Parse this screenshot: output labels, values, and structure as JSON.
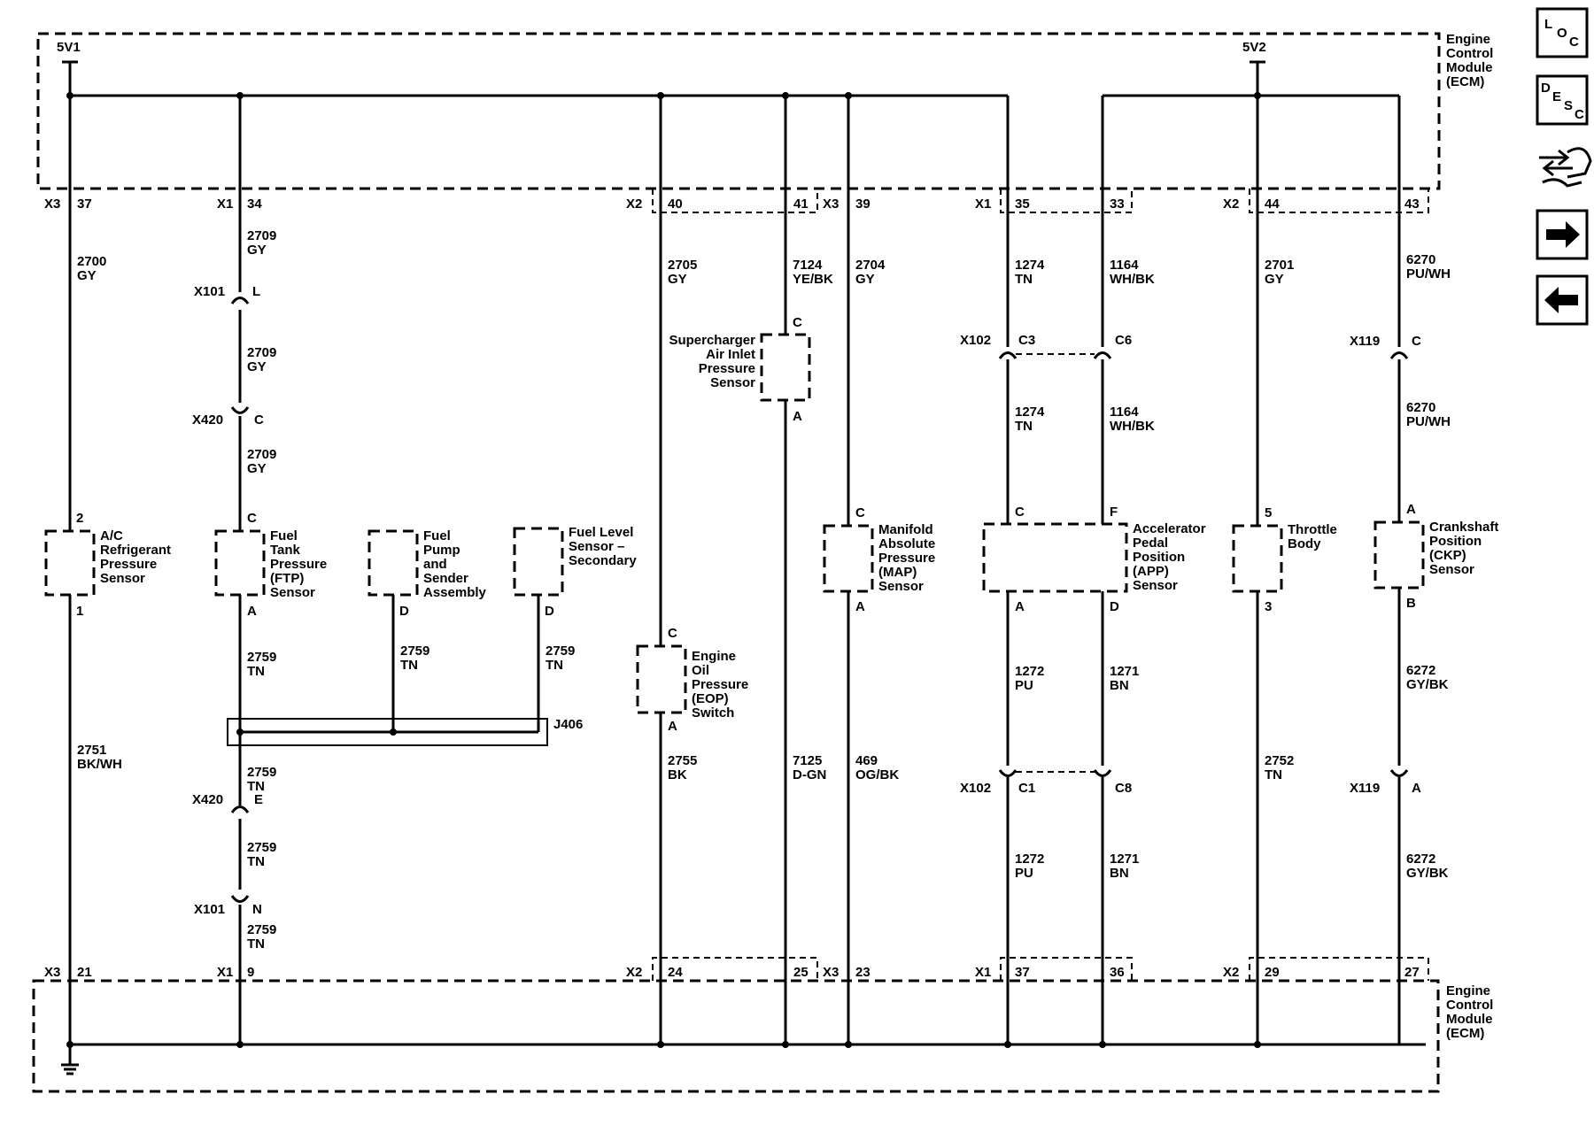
{
  "ecm": {
    "top_label": [
      "Engine",
      "Control",
      "Module",
      "(ECM)"
    ],
    "bottom_label": [
      "Engine",
      "Control",
      "Module",
      "(ECM)"
    ],
    "supply_5v1": "5V1",
    "supply_5v2": "5V2"
  },
  "top_pins": {
    "x3_37": [
      "X3",
      "37"
    ],
    "x1_34": [
      "X1",
      "34"
    ],
    "x2_40": [
      "X2",
      "40"
    ],
    "p41": "41",
    "x3_39": [
      "X3",
      "39"
    ],
    "x1_35": [
      "X1",
      "35"
    ],
    "p33": "33",
    "x2_44": [
      "X2",
      "44"
    ],
    "p43": "43"
  },
  "bottom_pins": {
    "x3_21": [
      "X3",
      "21"
    ],
    "x1_9": [
      "X1",
      "9"
    ],
    "x2_24": [
      "X2",
      "24"
    ],
    "p25": "25",
    "x3_23": [
      "X3",
      "23"
    ],
    "x1_37": [
      "X1",
      "37"
    ],
    "p36": "36",
    "x2_29": [
      "X2",
      "29"
    ],
    "p27": "27"
  },
  "wires": {
    "w2700": [
      "2700",
      "GY"
    ],
    "w2709a": [
      "2709",
      "GY"
    ],
    "w2709b": [
      "2709",
      "GY"
    ],
    "w2709c": [
      "2709",
      "GY"
    ],
    "w2759a": [
      "2759",
      "TN"
    ],
    "w2759b": [
      "2759",
      "TN"
    ],
    "w2759c": [
      "2759",
      "TN"
    ],
    "w2759d": [
      "2759",
      "TN"
    ],
    "w2759e": [
      "2759",
      "TN"
    ],
    "w2759f": [
      "2759",
      "TN"
    ],
    "w2751": [
      "2751",
      "BK/WH"
    ],
    "w2705": [
      "2705",
      "GY"
    ],
    "w2755": [
      "2755",
      "BK"
    ],
    "w7124": [
      "7124",
      "YE/BK"
    ],
    "w7125": [
      "7125",
      "D-GN"
    ],
    "w2704": [
      "2704",
      "GY"
    ],
    "w469": [
      "469",
      "OG/BK"
    ],
    "w1274a": [
      "1274",
      "TN"
    ],
    "w1274b": [
      "1274",
      "TN"
    ],
    "w1164a": [
      "1164",
      "WH/BK"
    ],
    "w1164b": [
      "1164",
      "WH/BK"
    ],
    "w1272a": [
      "1272",
      "PU"
    ],
    "w1272b": [
      "1272",
      "PU"
    ],
    "w1271a": [
      "1271",
      "BN"
    ],
    "w1271b": [
      "1271",
      "BN"
    ],
    "w2701": [
      "2701",
      "GY"
    ],
    "w2752": [
      "2752",
      "TN"
    ],
    "w6270a": [
      "6270",
      "PU/WH"
    ],
    "w6270b": [
      "6270",
      "PU/WH"
    ],
    "w6272a": [
      "6272",
      "GY/BK"
    ],
    "w6272b": [
      "6272",
      "GY/BK"
    ]
  },
  "connectors": {
    "x101_top": [
      "X101",
      "L"
    ],
    "x420_top": [
      "X420",
      "C"
    ],
    "x420_bot": [
      "X420",
      "E"
    ],
    "x101_bot": [
      "X101",
      "N"
    ],
    "x102_top": [
      "X102",
      "C3",
      "C6"
    ],
    "x102_bot": [
      "X102",
      "C1",
      "C8"
    ],
    "x119_top": [
      "X119",
      "C"
    ],
    "x119_bot": [
      "X119",
      "A"
    ],
    "j406": "J406"
  },
  "components": {
    "ac_sensor": {
      "lines": [
        "A/C",
        "Refrigerant",
        "Pressure",
        "Sensor"
      ],
      "pin_top": "2",
      "pin_bottom": "1"
    },
    "ftp_sensor": {
      "lines": [
        "Fuel",
        "Tank",
        "Pressure",
        "(FTP)",
        "Sensor"
      ],
      "pin_top": "C",
      "pin_bottom": "A"
    },
    "fuel_pump": {
      "lines": [
        "Fuel",
        "Pump",
        "and",
        "Sender",
        "Assembly"
      ],
      "pin_bottom": "D"
    },
    "fuel_level": {
      "lines": [
        "Fuel Level",
        "Sensor –",
        "Secondary"
      ],
      "pin_bottom": "D"
    },
    "eop_switch": {
      "lines": [
        "Engine",
        "Oil",
        "Pressure",
        "(EOP)",
        "Switch"
      ],
      "pin_top": "C",
      "pin_bottom": "A"
    },
    "sc_sensor": {
      "lines": [
        "Supercharger",
        "Air Inlet",
        "Pressure",
        "Sensor"
      ],
      "pin_top": "C",
      "pin_bottom": "A"
    },
    "map_sensor": {
      "lines": [
        "Manifold",
        "Absolute",
        "Pressure",
        "(MAP)",
        "Sensor"
      ],
      "pin_top": "C",
      "pin_bottom": "A"
    },
    "app_sensor": {
      "lines": [
        "Accelerator",
        "Pedal",
        "Position",
        "(APP)",
        "Sensor"
      ],
      "pin_top_a": "C",
      "pin_top_b": "F",
      "pin_bottom_a": "A",
      "pin_bottom_b": "D"
    },
    "throttle_body": {
      "lines": [
        "Throttle",
        "Body"
      ],
      "pin_top": "5",
      "pin_bottom": "3"
    },
    "ckp_sensor": {
      "lines": [
        "Crankshaft",
        "Position",
        "(CKP)",
        "Sensor"
      ],
      "pin_top": "A",
      "pin_bottom": "B"
    }
  },
  "nav": {
    "loc": [
      "L",
      "O",
      "C"
    ],
    "desc": [
      "D",
      "E",
      "S",
      "C"
    ]
  }
}
